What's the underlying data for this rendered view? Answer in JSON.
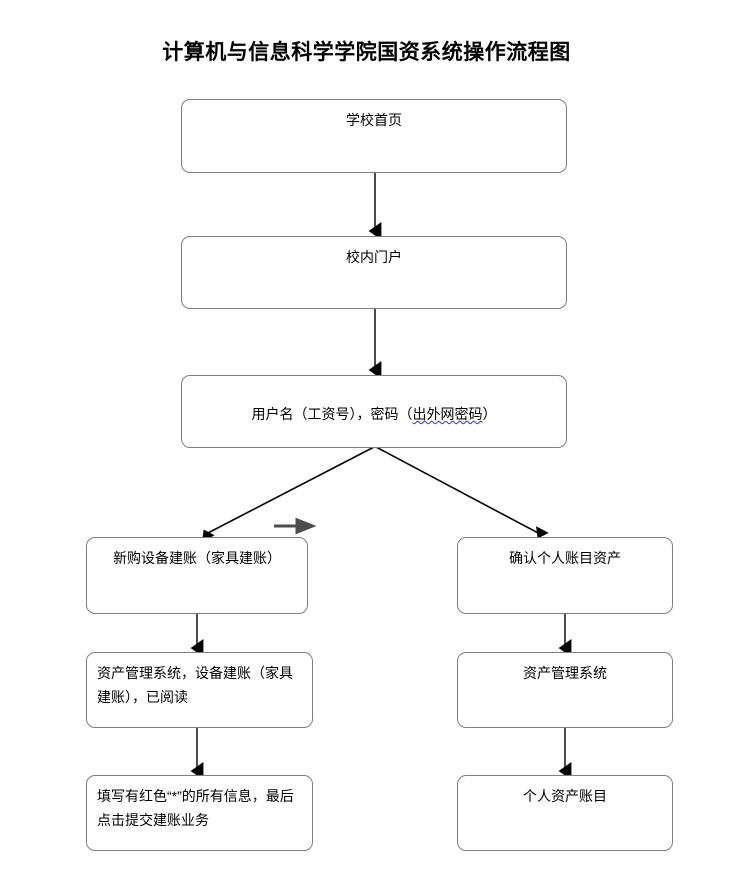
{
  "title": "计算机与信息科学学院国资系统操作流程图",
  "nodes": [
    {
      "id": "school-home",
      "label": "学校首页"
    },
    {
      "id": "campus-portal",
      "label": "校内门户"
    },
    {
      "id": "login",
      "label_prefix": "用户名（工资号），密码（",
      "label_wavy": "出外网密码",
      "label_suffix": "）"
    },
    {
      "id": "new-equipment",
      "label": "新购设备建账（家具建账）"
    },
    {
      "id": "confirm-assets",
      "label": "确认个人账目资产"
    },
    {
      "id": "asset-system-left",
      "label": "资产管理系统，设备建账（家具建账），已阅读"
    },
    {
      "id": "asset-system-right",
      "label": "资产管理系统"
    },
    {
      "id": "fill-required",
      "label": "填写有红色“*”的所有信息，最后点击提交建账业务"
    },
    {
      "id": "personal-ledger",
      "label": "个人资产账目"
    }
  ],
  "colors": {
    "box_border": "#7f7f7f",
    "connector": "#000000",
    "text": "#000000",
    "spellcheck_underline": "#3333cc",
    "background": "#ffffff"
  }
}
